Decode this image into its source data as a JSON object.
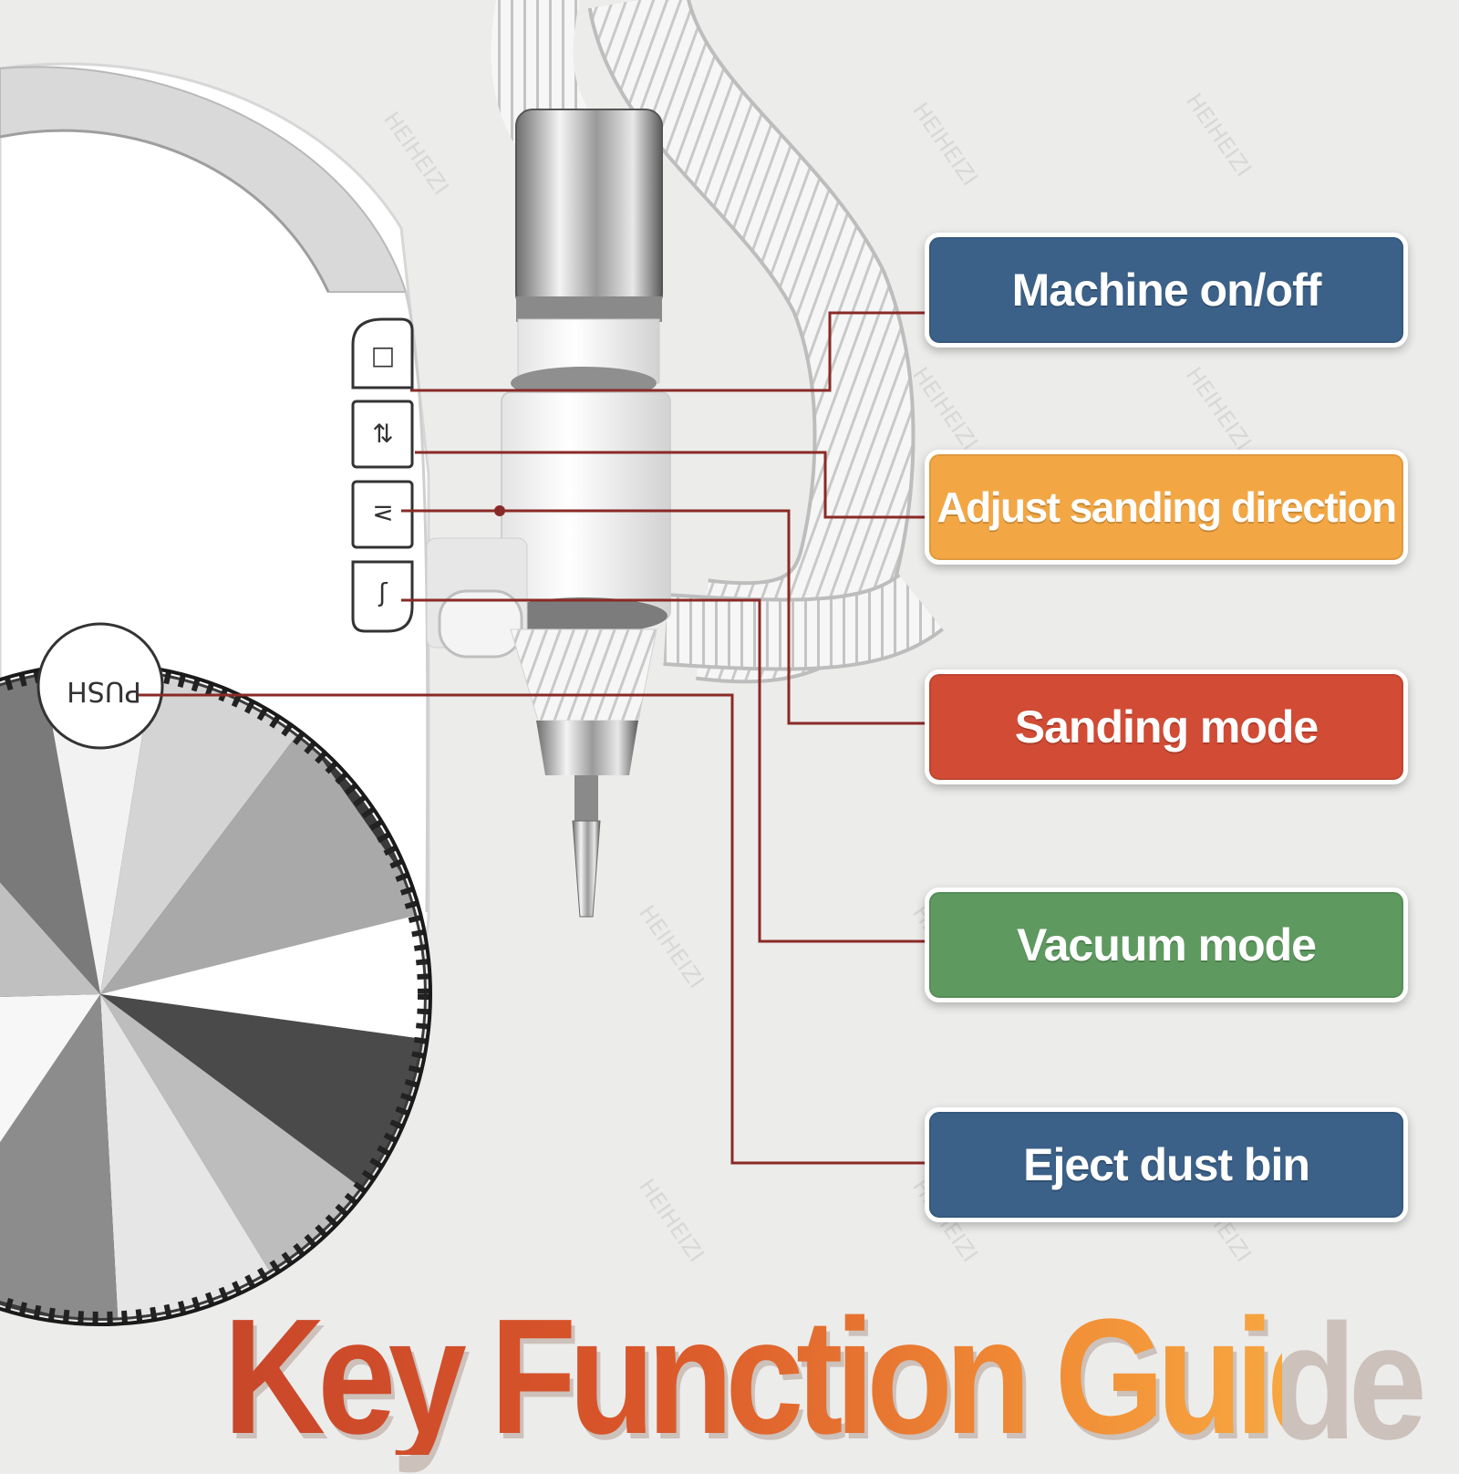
{
  "title": "Key Function Guide",
  "callouts": [
    {
      "key": "on_off",
      "label": "Machine on/off",
      "color": "#3b6188"
    },
    {
      "key": "direction",
      "label": "Adjust sanding direction",
      "color": "#f2a744"
    },
    {
      "key": "sanding",
      "label": "Sanding mode",
      "color": "#d14b35"
    },
    {
      "key": "vacuum",
      "label": "Vacuum mode",
      "color": "#5e9960"
    },
    {
      "key": "eject",
      "label": "Eject dust bin",
      "color": "#3b6188"
    }
  ],
  "buttons": {
    "push_label": "PUSH",
    "power_icon": "square-icon",
    "direction_icon": "rotate-arrows-icon",
    "sanding_icon": "sanding-icon",
    "vacuum_icon": "vacuum-icon"
  },
  "watermark": "HEIHEIZI",
  "colors": {
    "leader_line": "#8a2a26",
    "background": "#ececeb"
  }
}
